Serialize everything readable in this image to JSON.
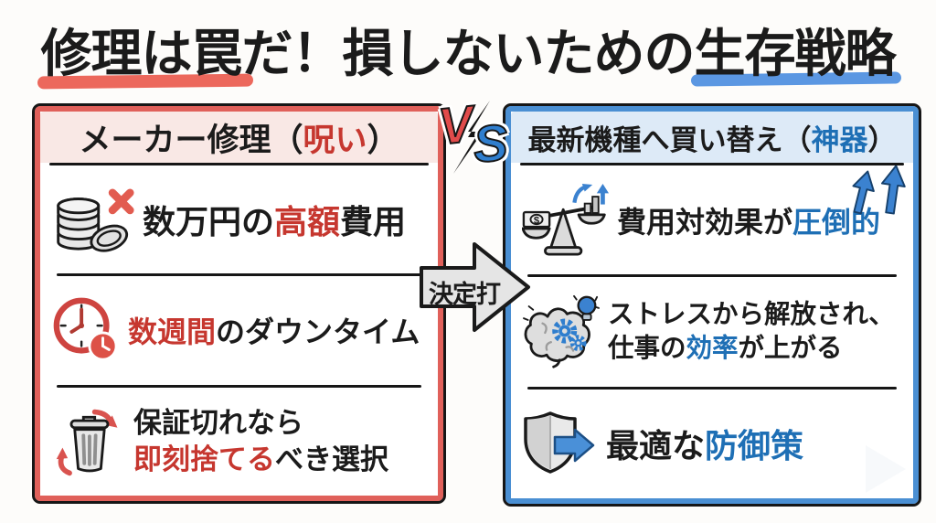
{
  "title": {
    "part_red": "修理は罠",
    "part_mid": "だ！損しないための",
    "part_blue": "生存戦略"
  },
  "vs": {
    "v": "V",
    "s": "S"
  },
  "center_arrow": {
    "label": "決定打"
  },
  "left": {
    "header_pre": "メーカー修理（",
    "header_accent": "呪い",
    "header_post": "）",
    "row1": {
      "pre": "数万円の",
      "accent": "高額",
      "post": "費用"
    },
    "row2": {
      "accent": "数週間",
      "post": "のダウンタイム"
    },
    "row3_line1": "保証切れなら",
    "row3": {
      "accent": "即刻捨てる",
      "post": "べき選択"
    }
  },
  "right": {
    "header_pre": "最新機種へ買い替え（",
    "header_accent": "神器",
    "header_post": "）",
    "row1": {
      "pre": "費用対効果が",
      "accent": "圧倒的"
    },
    "row2_line1": "ストレスから解放され、",
    "row2": {
      "pre": "仕事の",
      "accent": "効率",
      "post": "が上がる"
    },
    "row3": {
      "pre": "最適な",
      "accent": "防御策"
    }
  },
  "colors": {
    "red_accent": "#c6372f",
    "blue_accent": "#1e6fb5",
    "red_border": "#e0605a",
    "blue_border": "#4a8fd3",
    "header_pink_bg": "#f9e8e5",
    "header_blue_bg": "#ddeaf7",
    "marker_red": "#ec685c",
    "marker_blue": "#5b97e2",
    "arrow_gray": "#e5e5e5"
  },
  "icons": {
    "left_row1": "coin-stack-with-x-icon",
    "left_row2": "alarm-clock-icon",
    "left_row3": "trash-can-recycle-arrows-icon",
    "right_row1": "balance-scale-money-growth-icon",
    "right_row2": "brain-gears-lightbulb-icon",
    "right_row3": "shield-forward-arrow-icon",
    "vs": "lightning-bolt-icon",
    "center": "right-arrow-shape"
  }
}
